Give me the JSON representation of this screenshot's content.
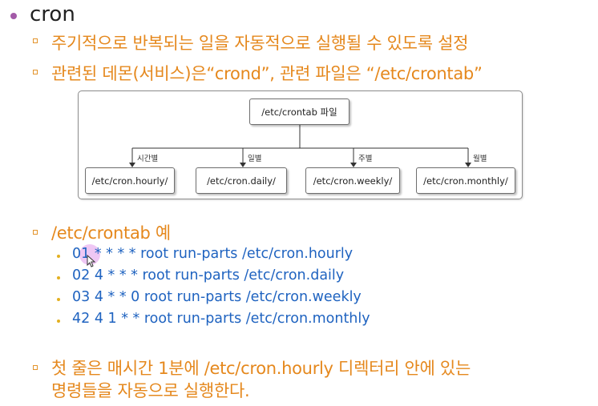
{
  "slide": {
    "title": "cron",
    "bullets": [
      "주기적으로 반복되는 일을 자동적으로 실행될 수 있도록 설정",
      "관련된 데몬(서비스)은“crond”, 관련 파일은 “/etc/crontab”"
    ],
    "diagram": {
      "root": "/etc/crontab 파일",
      "branches": [
        {
          "label": "시간별",
          "node": "/etc/cron.hourly/"
        },
        {
          "label": "일별",
          "node": "/etc/cron.daily/"
        },
        {
          "label": "주별",
          "node": "/etc/cron.weekly/"
        },
        {
          "label": "월별",
          "node": "/etc/cron.monthly/"
        }
      ]
    },
    "example_heading": "/etc/crontab 예",
    "examples": [
      "01 * * * * root run-parts /etc/cron.hourly",
      "02 4 * * * root run-parts /etc/cron.daily",
      "03 4 * * 0 root run-parts /etc/cron.weekly",
      "42 4 1 * * root run-parts /etc/cron.monthly"
    ],
    "note_line1": "첫 줄은 매시간 1분에 /etc/cron.hourly 디렉터리 안에 있는",
    "note_line2": "명령들을 자동으로 실행한다."
  },
  "colors": {
    "title_bullet": "#a35aa8",
    "orange_text": "#e5881d",
    "blue_text": "#1f63c0"
  }
}
